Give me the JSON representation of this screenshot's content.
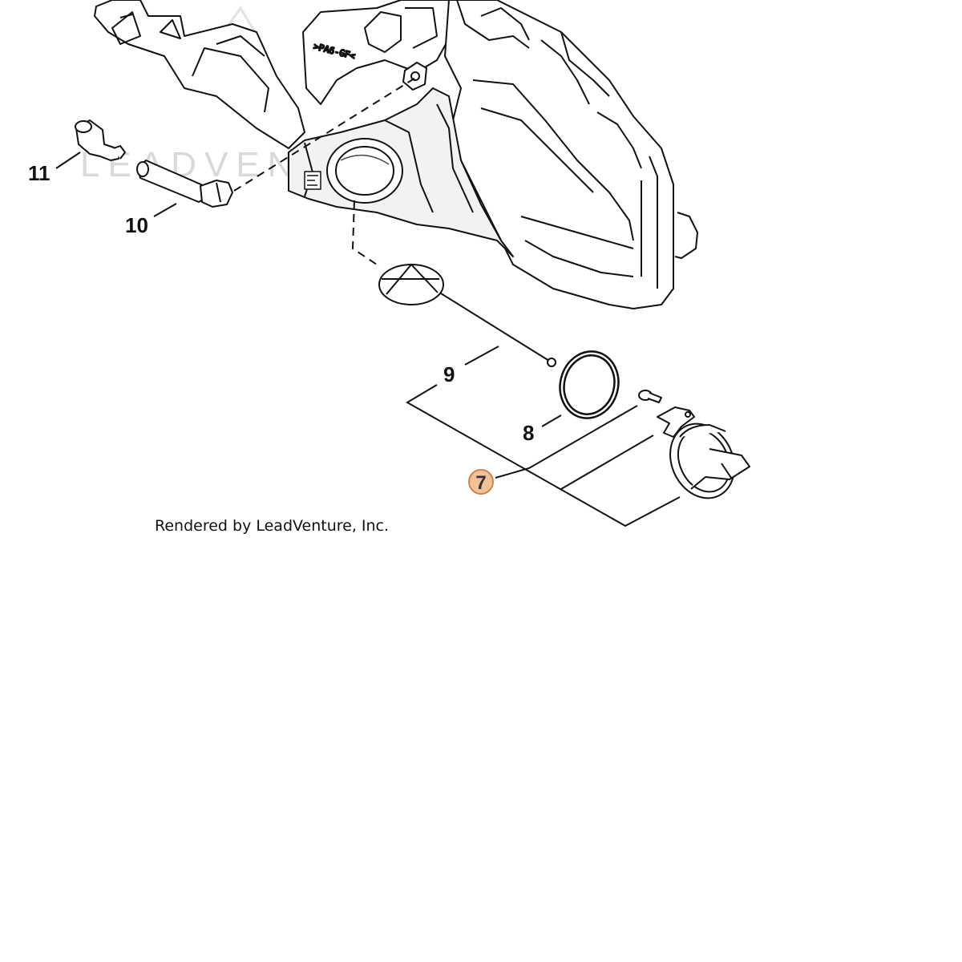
{
  "callouts": [
    {
      "id": "11",
      "label": "11"
    },
    {
      "id": "10",
      "label": "10"
    },
    {
      "id": "9",
      "label": "9"
    },
    {
      "id": "8",
      "label": "8"
    },
    {
      "id": "7",
      "label": "7",
      "highlighted": true
    }
  ],
  "credit": "Rendered by LeadVenture, Inc.",
  "watermark": "LEADVENTURE",
  "housing_stamp": ">PA6-GF<",
  "colors": {
    "line": "#111111",
    "housing_shade": "#f2f2f2",
    "highlight_fill": "#f2c195",
    "highlight_stroke": "#c9874d"
  }
}
